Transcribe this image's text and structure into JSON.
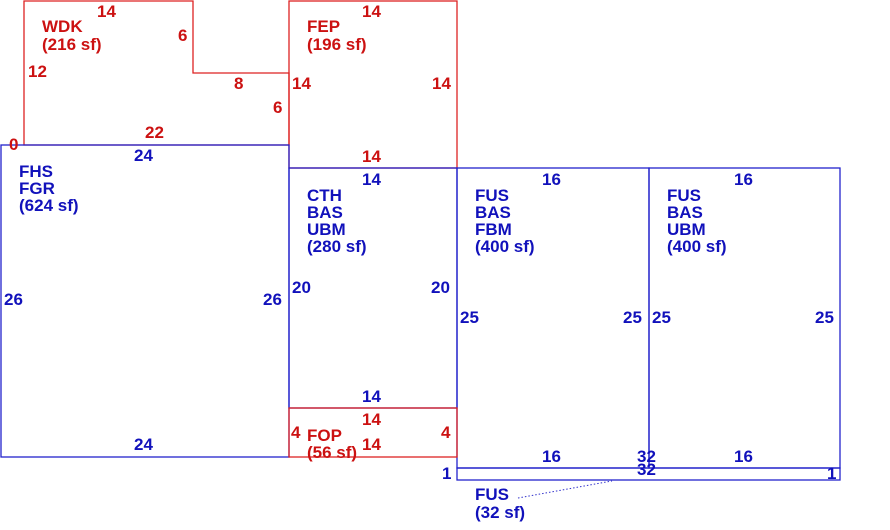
{
  "colors": {
    "red": "#cc1111",
    "blue": "#1111bb"
  },
  "areas": {
    "wdk": {
      "lines": [
        "WDK",
        "(216 sf)"
      ]
    },
    "fep": {
      "lines": [
        "FEP",
        "(196 sf)"
      ]
    },
    "fhs": {
      "lines": [
        "FHS",
        "FGR",
        "(624 sf)"
      ]
    },
    "cth": {
      "lines": [
        "CTH",
        "BAS",
        "UBM",
        "(280 sf)"
      ]
    },
    "fus1": {
      "lines": [
        "FUS",
        "BAS",
        "FBM",
        "(400 sf)"
      ]
    },
    "fus2": {
      "lines": [
        "FUS",
        "BAS",
        "UBM",
        "(400 sf)"
      ]
    },
    "fop": {
      "lines": [
        "FOP",
        "(56 sf)"
      ]
    },
    "fus3": {
      "lines": [
        "FUS",
        "(32 sf)"
      ]
    }
  },
  "dimensions": {
    "wdk": {
      "top": "14",
      "notch_v": "6",
      "notch_h": "8",
      "right": "6",
      "left": "12",
      "bottom": "22",
      "corner": "0"
    },
    "fep": {
      "top": "14",
      "left": "14",
      "right": "14",
      "bottom": "14"
    },
    "fhs": {
      "top": "24",
      "left": "26",
      "right": "26",
      "bottom": "24"
    },
    "cth": {
      "top": "14",
      "left": "20",
      "right": "20",
      "bottom": "14"
    },
    "fus1": {
      "top": "16",
      "left": "25",
      "right": "25",
      "bottom": "16"
    },
    "fus2": {
      "top": "16",
      "left": "25",
      "right": "25",
      "bottom": "16"
    },
    "fop": {
      "top": "14",
      "left": "4",
      "right": "4",
      "bottom": "14"
    },
    "fus3": {
      "top": "32",
      "bottom": "32",
      "left": "1",
      "right": "1"
    }
  }
}
